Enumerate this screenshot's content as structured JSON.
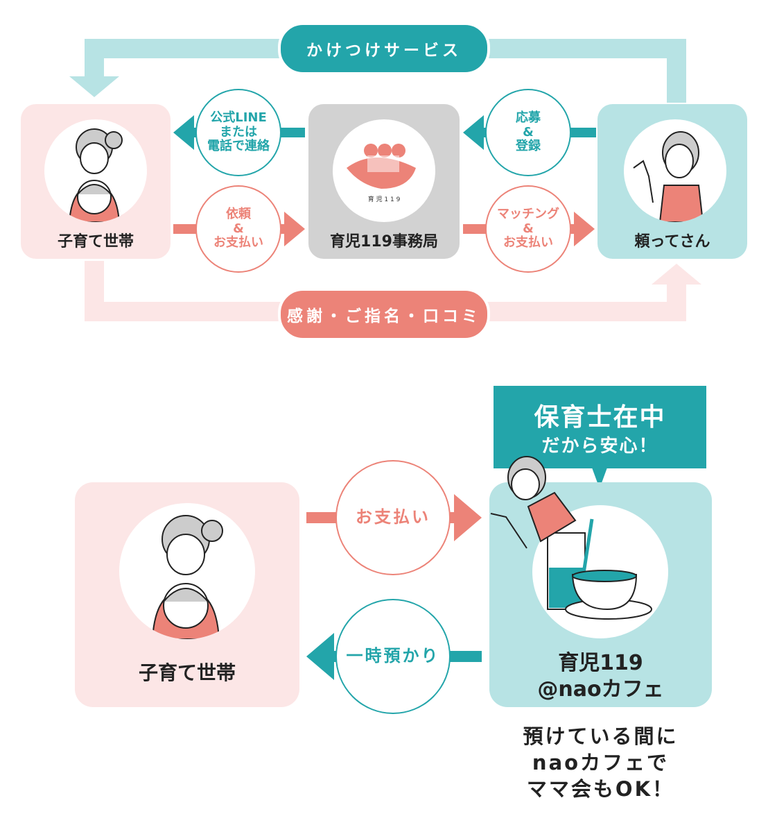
{
  "colors": {
    "teal": "#23a5aa",
    "light_teal": "#b7e3e4",
    "pink": "#fce6e6",
    "coral": "#ec8378",
    "gray": "#d2d2d2"
  },
  "top": {
    "rush_service": "かけつけサービス",
    "feedback": "感謝・ご指名・口コミ",
    "family": "子育て世帯",
    "office": "育児119事務局",
    "office_logo_text": "育 児 1 1 9",
    "helper": "頼ってさん",
    "contact": [
      "公式LINE",
      "または",
      "電話で連絡"
    ],
    "request": [
      "依頼",
      "&",
      "お支払い"
    ],
    "apply": [
      "応募",
      "&",
      "登録"
    ],
    "matching": [
      "マッチング",
      "&",
      "お支払い"
    ]
  },
  "bottom": {
    "family": "子育て世帯",
    "payment": "お支払い",
    "childcare": "一時預かり",
    "cafe": [
      "育児119",
      "@naoカフェ"
    ],
    "bubble": [
      "保育士在中",
      "だから安心！"
    ],
    "note": [
      "預けている間に",
      "naoカフェで",
      "ママ会もOK！"
    ]
  }
}
